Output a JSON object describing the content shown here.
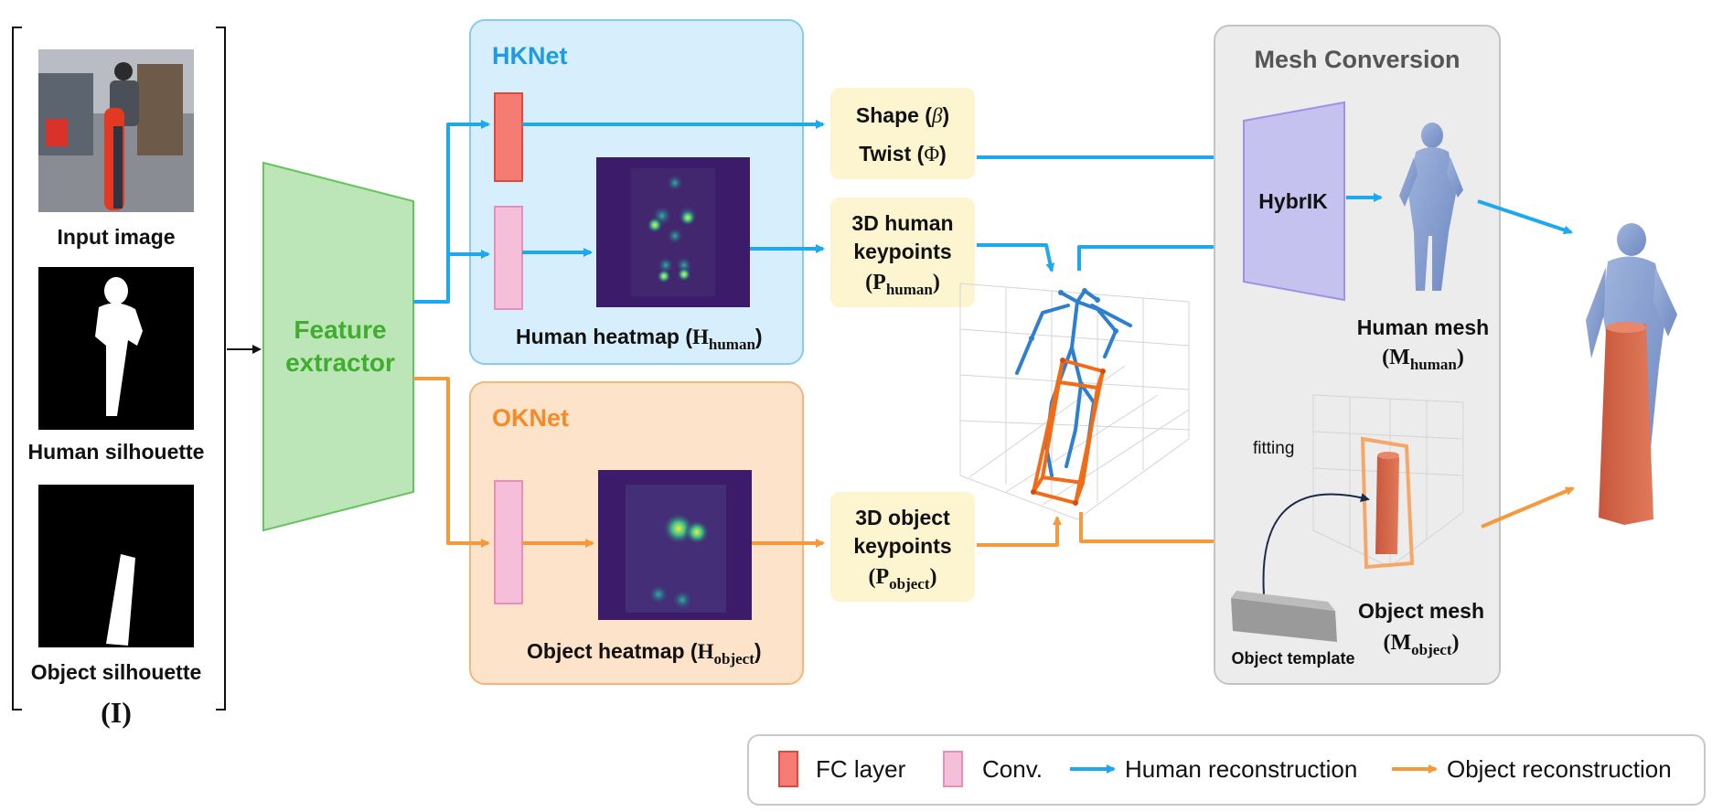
{
  "inputs": {
    "input_image": "Input image",
    "human_silhouette": "Human silhouette",
    "object_silhouette": "Object silhouette",
    "input_symbol": "(I)"
  },
  "feature_extractor": {
    "line1": "Feature",
    "line2": "extractor"
  },
  "hknet": {
    "title": "HKNet",
    "heatmap_label": "Human heatmap (",
    "heatmap_symbol": "H",
    "heatmap_sub": "human",
    "close": ")"
  },
  "oknet": {
    "title": "OKNet",
    "heatmap_label": "Object heatmap (",
    "heatmap_symbol": "H",
    "heatmap_sub": "object",
    "close": ")"
  },
  "params": {
    "shape": "Shape (",
    "shape_symbol": "β",
    "twist": "Twist (",
    "twist_symbol": "Φ",
    "close": ")"
  },
  "human_kp": {
    "line1": "3D human",
    "line2": "keypoints",
    "symbol": "P",
    "sub": "human",
    "open": "(",
    "close": ")"
  },
  "object_kp": {
    "line1": "3D object",
    "line2": "keypoints",
    "symbol": "P",
    "sub": "object",
    "open": "(",
    "close": ")"
  },
  "mesh_conversion": {
    "title": "Mesh Conversion",
    "hybrik": "HybrIK",
    "human_mesh": "Human mesh",
    "human_mesh_symbol": "M",
    "human_mesh_sub": "human",
    "object_mesh": "Object mesh",
    "object_mesh_symbol": "M",
    "object_mesh_sub": "object",
    "fitting": "fitting",
    "object_template": "Object template",
    "open": "(",
    "close": ")"
  },
  "legend": {
    "fc": "FC layer",
    "conv": "Conv.",
    "human": "Human reconstruction",
    "object": "Object reconstruction"
  },
  "colors": {
    "human_arrow": "#1ea8ee",
    "object_arrow": "#f59a3c",
    "hknet_fill": "#d7effc",
    "oknet_fill": "#fde3c9",
    "extractor_fill": "#bde6b8",
    "fc": "#f47c72",
    "conv": "#f5bfd9",
    "hybrik": "#c6c2f0",
    "param_box": "#fdf5cf",
    "mesh_panel": "#ececec"
  }
}
